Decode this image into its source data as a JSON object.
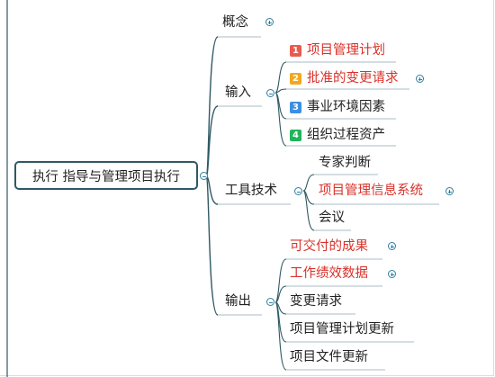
{
  "root": {
    "label": "执行 指导与管理项目执行"
  },
  "concept": {
    "label": "概念"
  },
  "inputs": {
    "label": "输入",
    "items": [
      {
        "num": "1",
        "label": "项目管理计划",
        "badge_color": "#e85a4f",
        "text_color": "#d8322a"
      },
      {
        "num": "2",
        "label": "批准的变更请求",
        "badge_color": "#f2a81d",
        "text_color": "#d8322a"
      },
      {
        "num": "3",
        "label": "事业环境因素",
        "badge_color": "#3b8fe5",
        "text_color": "#222222"
      },
      {
        "num": "4",
        "label": "组织过程资产",
        "badge_color": "#21b45a",
        "text_color": "#222222"
      }
    ]
  },
  "tools": {
    "label": "工具技术",
    "items": [
      {
        "label": "专家判断",
        "text_color": "#222222"
      },
      {
        "label": "项目管理信息系统",
        "text_color": "#d8322a"
      },
      {
        "label": "会议",
        "text_color": "#222222"
      }
    ]
  },
  "outputs": {
    "label": "输出",
    "items": [
      {
        "label": "可交付的成果",
        "text_color": "#d8322a"
      },
      {
        "label": "工作绩效数据",
        "text_color": "#d8322a"
      },
      {
        "label": "变更请求",
        "text_color": "#222222"
      },
      {
        "label": "项目管理计划更新",
        "text_color": "#222222"
      },
      {
        "label": "项目文件更新",
        "text_color": "#222222"
      }
    ]
  },
  "colors": {
    "connector": "#2f5964",
    "underline": "#a9bcc6",
    "toggle": "#2f7fa0"
  }
}
